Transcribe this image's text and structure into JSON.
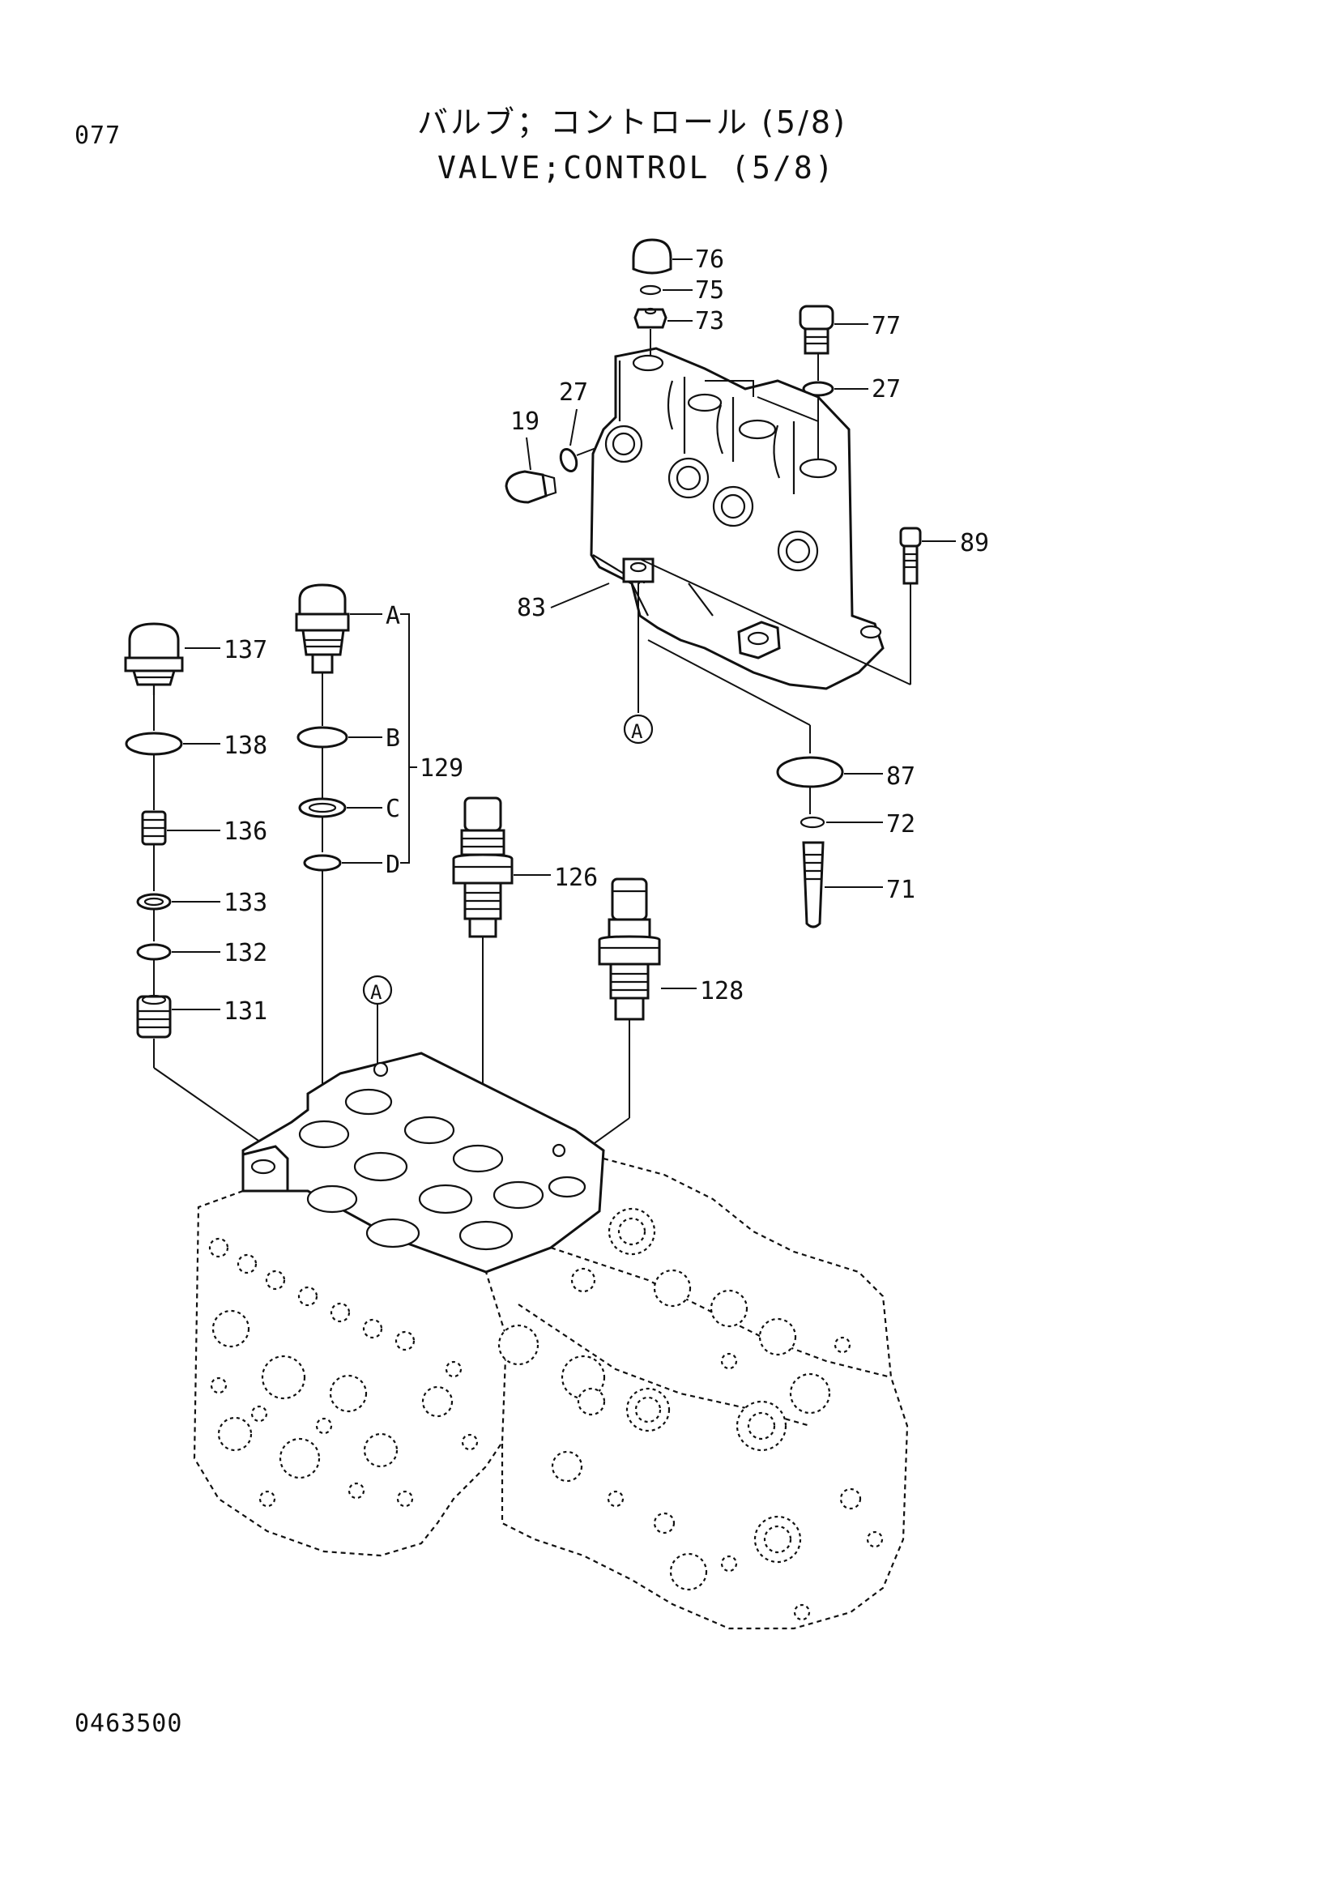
{
  "header": {
    "page_code": "077",
    "title_jp": "バルブ；コントロール (5/8)",
    "title_en": "VALVE;CONTROL (5/8)"
  },
  "footer": {
    "drawing_number": "0463500"
  },
  "callouts": {
    "p76": "76",
    "p75": "75",
    "p73": "73",
    "p77": "77",
    "p27a": "27",
    "p27b": "27",
    "p19": "19",
    "p89": "89",
    "p83": "83",
    "p87": "87",
    "p72": "72",
    "p71": "71",
    "p137": "137",
    "p138": "138",
    "p136": "136",
    "p133": "133",
    "p132": "132",
    "p131": "131",
    "p129": "129",
    "pA": "A",
    "pB": "B",
    "pC": "C",
    "pD": "D",
    "p126": "126",
    "p128": "128",
    "refA1": "A",
    "refA2": "A"
  }
}
